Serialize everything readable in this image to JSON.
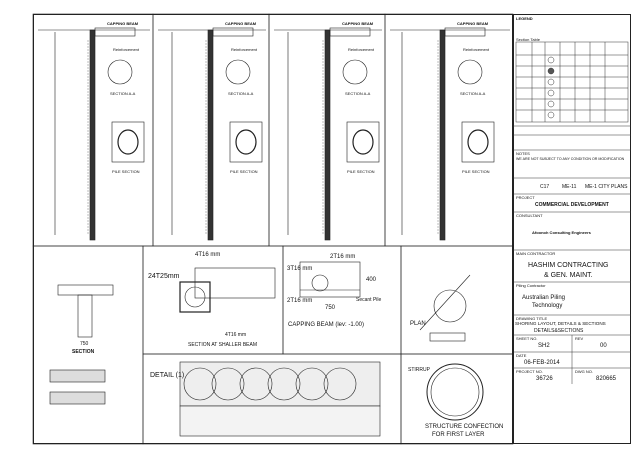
{
  "panels": {
    "capping_beam_label": "CAPPING BEAM",
    "section_label": "SECTION A-A",
    "reinforcement_label": "Reinforcement",
    "pile_section_label": "PILE SECTION"
  },
  "detail_left": {
    "section_label": "SECTION",
    "dim_750": "750"
  },
  "detail_middle": {
    "top_dim": "4T16 mm",
    "side_dim": "24T25mm",
    "bottom_dim": "4T16 mm",
    "caption": "SECTION AT SHALLER BEAM"
  },
  "capping_beam": {
    "top_bar": "2T16 mm",
    "mid_bar": "3T16 mm",
    "bottom_bar": "2T16 mm",
    "height": "400",
    "width": "750",
    "caption": "CAPPING BEAM (lev: -1.00)",
    "pile_label": "Secant Pile"
  },
  "plan": {
    "label": "PLAN"
  },
  "detail_bottom": {
    "label": "DETAIL (1)"
  },
  "stirrup": {
    "label": "STIRRUP",
    "caption1": "STRUCTURE CONFECTION",
    "caption2": "FOR FIRST LAYER"
  },
  "title_block": {
    "legend_label": "LEGEND",
    "schedule_label": "Section Table",
    "notes_label": "NOTES",
    "notes_text": "WE ARE NOT SUBJECT TO ANY CONDITION OR MODIFICATION",
    "project_label": "PROJECT",
    "project_name": "COMMERCIAL DEVELOPMENT",
    "consultant_label": "CONSULTANT",
    "consultant_name": "Afoonoh Consulting Engineers",
    "contractor_label": "MAIN CONTRACTOR",
    "contractor_name_1": "HASHIM CONTRACTING",
    "contractor_name_2": "& GEN. MAINT.",
    "piling_label": "Piling Contractor",
    "piling_name_1": "Australian Piling",
    "piling_name_2": "Technology",
    "drawing_title_label": "DRAWING TITLE",
    "drawing_title_1": "SHORING LAYOUT, DETAILS & SECTIONS",
    "drawing_title_2": "DETAILS&SECTIONS",
    "sheet_label": "SHEET NO.",
    "sheet_no": "SH2",
    "rev_label": "REV",
    "rev_no": "00",
    "date_label": "DATE",
    "date_value": "06-FEB-2014",
    "proj_no_label": "PROJECT NO.",
    "proj_no": "36726",
    "dwg_no_label": "DWG NO.",
    "dwg_no": "820665",
    "ref_label": "C17",
    "ref_2": "ME-11",
    "ref_3": "ME-1  CITY PLANS"
  }
}
